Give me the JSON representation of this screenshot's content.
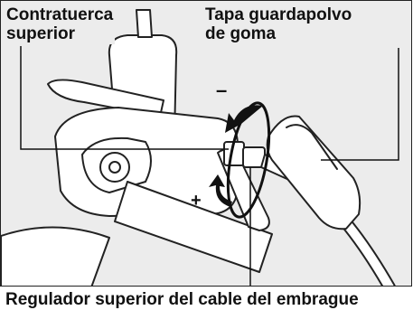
{
  "labels": {
    "upper_locknut_line1": "Contratuerca",
    "upper_locknut_line2": "superior",
    "dust_boot_line1": "Tapa guardapolvo",
    "dust_boot_line2": "de goma",
    "minus_sign": "–",
    "plus_sign": "+",
    "caption": "Regulador superior del cable del embrague"
  }
}
